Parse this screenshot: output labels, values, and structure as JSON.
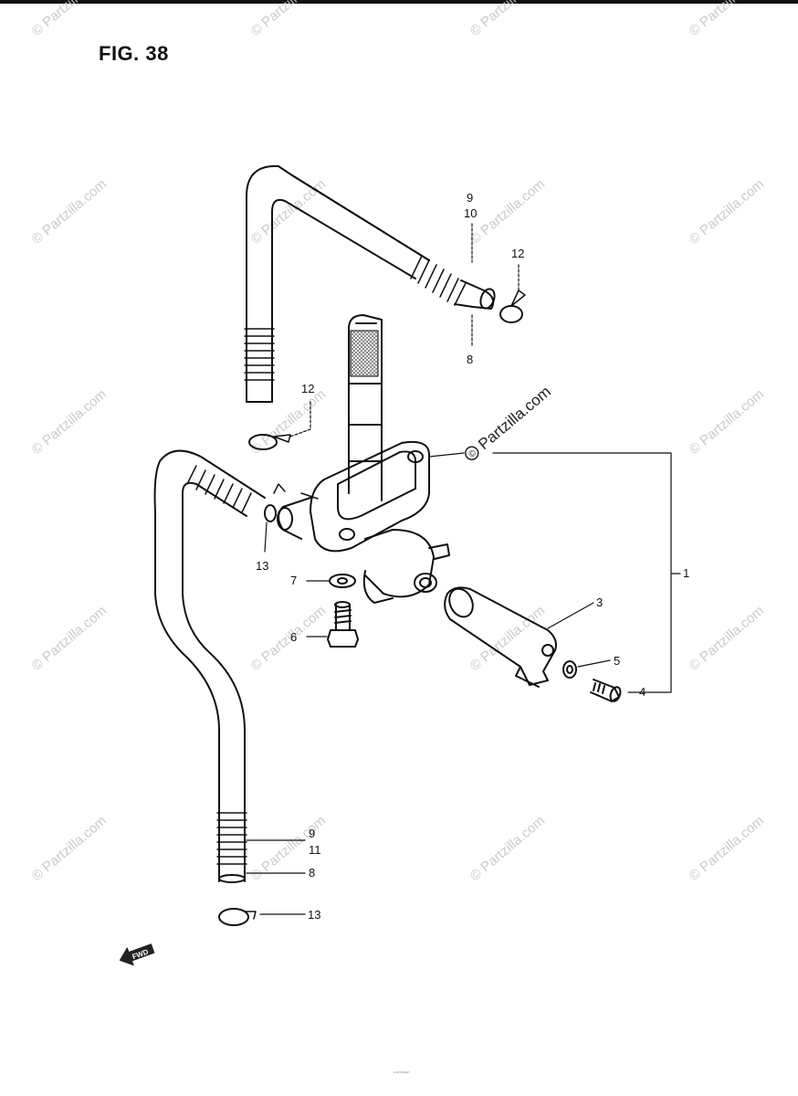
{
  "figure": {
    "title": "FIG. 38"
  },
  "watermark": {
    "text": "© Partzilla.com",
    "color": "#c4c4c4"
  },
  "logo": {
    "text": "Partzilla.com",
    "symbol": "©"
  },
  "callouts": {
    "p1": "1",
    "p3": "3",
    "p4": "4",
    "p5": "5",
    "p6": "6",
    "p7": "7",
    "p8_top": "8",
    "p8_bottom": "8",
    "p9_top": "9",
    "p9_bottom": "9",
    "p10": "10",
    "p11": "11",
    "p12_top": "12",
    "p12_mid": "12",
    "p13_mid": "13",
    "p13_bottom": "13"
  },
  "fwd_label": "FWD",
  "footer_note": "COPYRIGHT",
  "icons": [
    "fwd-arrow-icon"
  ]
}
